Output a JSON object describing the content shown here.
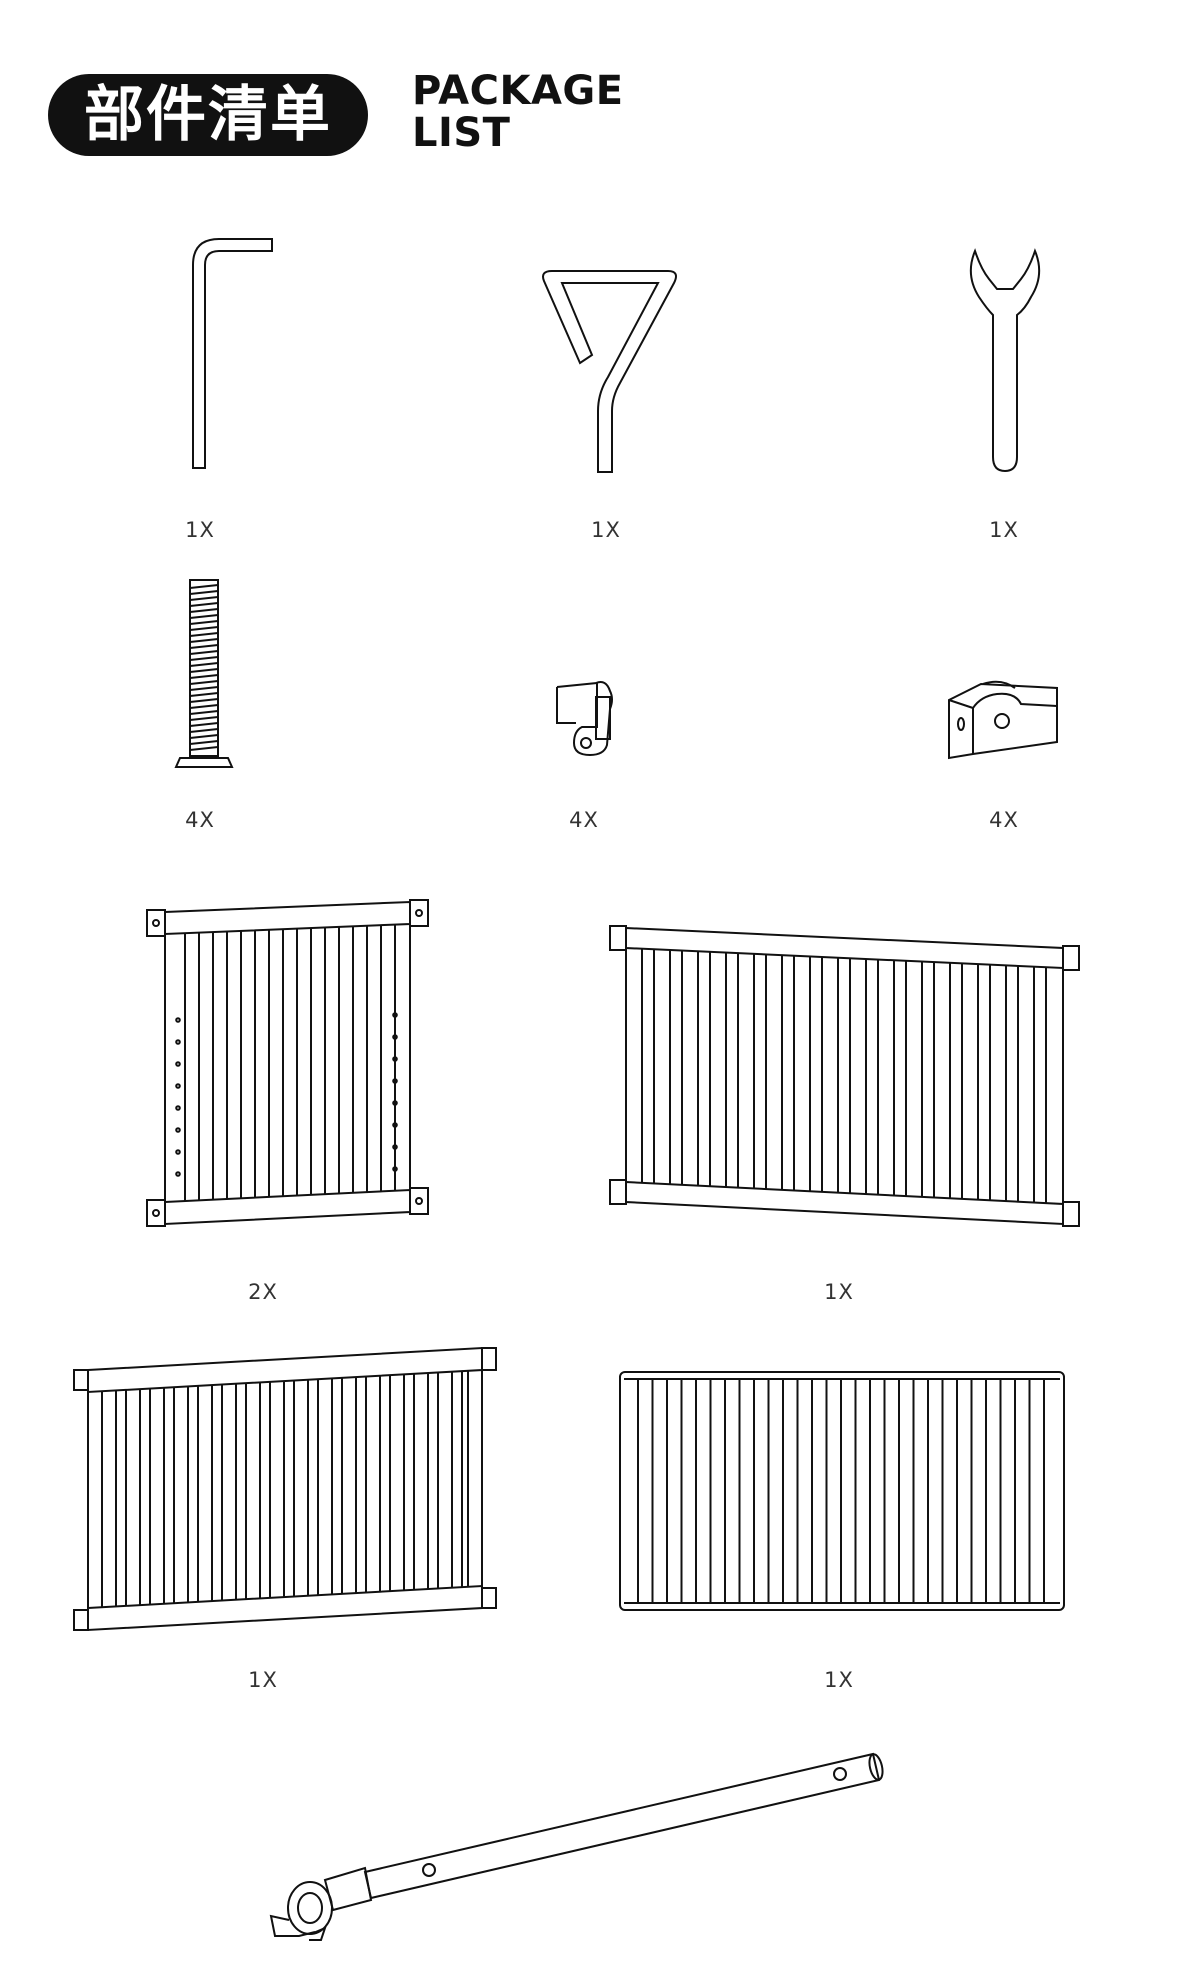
{
  "header": {
    "title_cn": "部件清单",
    "title_en_line1": "PACKAGE",
    "title_en_line2": "LIST"
  },
  "parts": [
    {
      "icon": "allen-key-icon",
      "quantity": "1X"
    },
    {
      "icon": "triangle-wrench-icon",
      "quantity": "1X"
    },
    {
      "icon": "open-wrench-icon",
      "quantity": "1X"
    },
    {
      "icon": "bolt-icon",
      "quantity": "4X"
    },
    {
      "icon": "hinge-clip-icon",
      "quantity": "4X"
    },
    {
      "icon": "bracket-icon",
      "quantity": "4X"
    },
    {
      "icon": "short-side-rail-icon",
      "quantity": "2X"
    },
    {
      "icon": "long-side-rail-icon",
      "quantity": "1X"
    },
    {
      "icon": "end-rail-icon",
      "quantity": "1X"
    },
    {
      "icon": "bed-base-slats-icon",
      "quantity": "1X"
    },
    {
      "icon": "support-tube-icon"
    }
  ],
  "colors": {
    "ink": "#111111",
    "background": "#ffffff"
  }
}
